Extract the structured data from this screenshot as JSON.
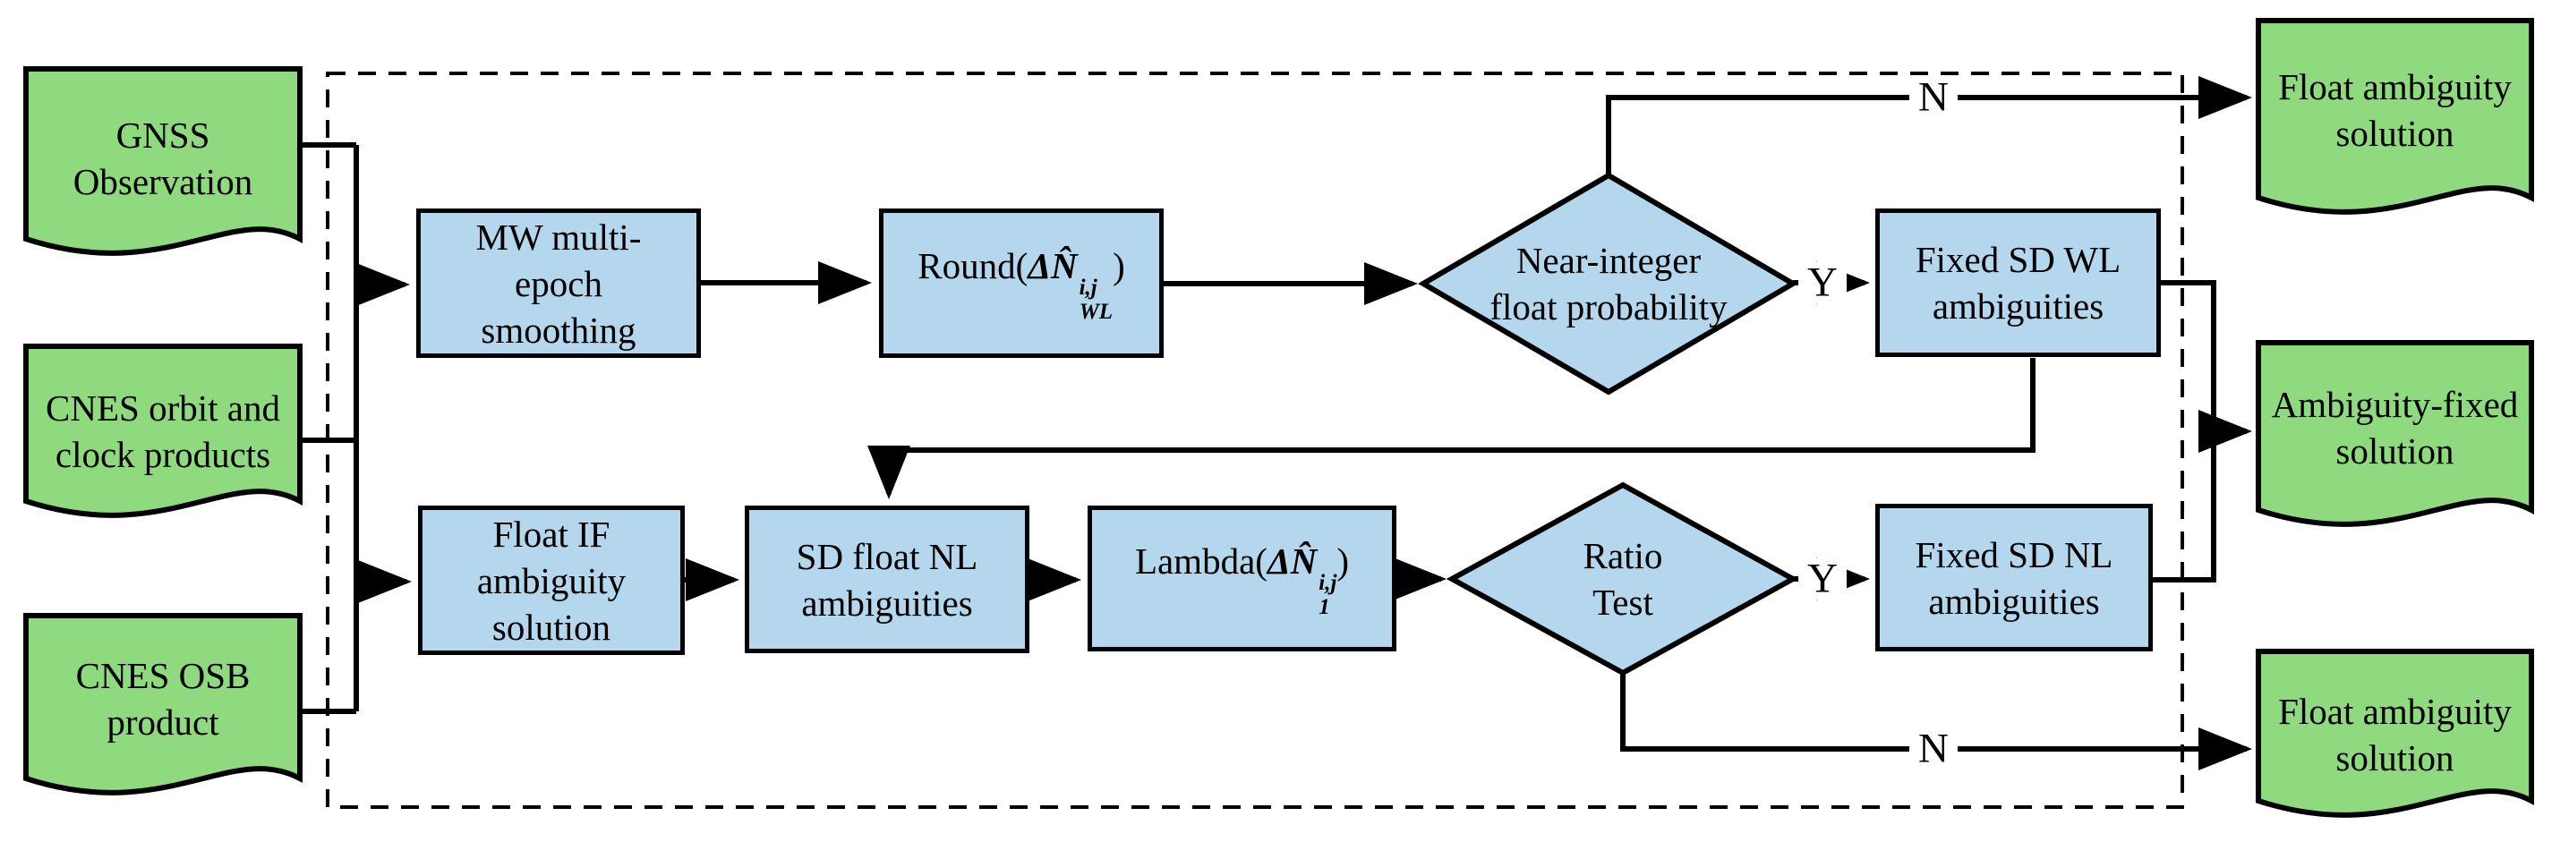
{
  "figure": {
    "type": "flowchart",
    "description": "GNSS PPP ambiguity resolution processing flow"
  },
  "colors": {
    "doc_fill": "#8FDA7F",
    "box_fill": "#B4D7EE",
    "line": "#000000",
    "background": "#ffffff"
  },
  "labels": {
    "yes": "Y",
    "no": "N"
  },
  "nodes": {
    "gnss": {
      "lines": [
        "GNSS",
        "Observation"
      ]
    },
    "cnes_orbit": {
      "lines": [
        "CNES orbit and",
        "clock products"
      ]
    },
    "cnes_osb": {
      "lines": [
        "CNES OSB",
        "product"
      ]
    },
    "mw": {
      "lines": [
        "MW multi-",
        "epoch",
        "smoothing"
      ]
    },
    "round": {
      "prefix": "Round(",
      "delta": "ΔN̂",
      "sup": "i,j",
      "sub": "WL",
      "close": ")"
    },
    "near_integer": {
      "lines": [
        "Near-integer",
        "float probability"
      ]
    },
    "fixed_wl": {
      "lines": [
        "Fixed SD WL",
        "ambiguities"
      ]
    },
    "float_if": {
      "lines": [
        "Float IF",
        "ambiguity",
        "solution"
      ]
    },
    "sd_float_nl": {
      "lines": [
        "SD float NL",
        "ambiguities"
      ]
    },
    "lambda": {
      "prefix": "Lambda(",
      "delta": "ΔN̂",
      "sup": "i,j",
      "sub": "1",
      "close": ")"
    },
    "ratio": {
      "lines": [
        "Ratio",
        "Test"
      ]
    },
    "fixed_nl": {
      "lines": [
        "Fixed SD NL",
        "ambiguities"
      ]
    },
    "float_out_top": {
      "lines": [
        "Float ambiguity",
        "solution"
      ]
    },
    "ambiguity_fixed": {
      "lines": [
        "Ambiguity-fixed",
        "solution"
      ]
    },
    "float_out_bottom": {
      "lines": [
        "Float ambiguity",
        "solution"
      ]
    }
  }
}
